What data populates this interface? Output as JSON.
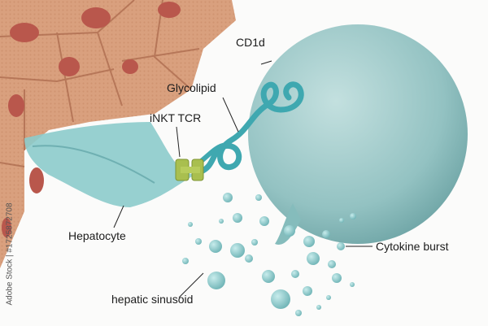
{
  "labels": {
    "cd1d": "CD1d",
    "glycolipid": "Glycolipid",
    "inkt_tcr": "iNKT TCR",
    "hepatocyte": "Hepatocyte",
    "hepatic_sinusoid": "hepatic sinusoid",
    "cytokine_burst": "Cytokine burst"
  },
  "watermark": "Adobe Stock | #1725872708",
  "colors": {
    "hepatocyte": "#d9a07e",
    "nucleus": "#b9574c",
    "cell": "#9fcbcb",
    "sinusoid": "#8ccbcb",
    "tcr": "#a9bf4f",
    "cytokine": "#8fcccc"
  }
}
